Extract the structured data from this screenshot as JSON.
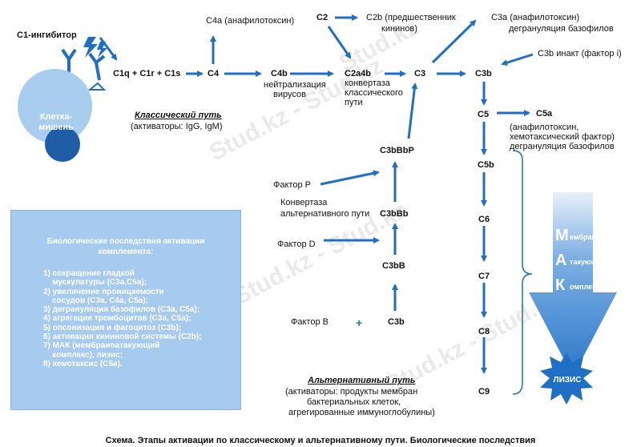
{
  "colors": {
    "arrow": "#1f6fc4",
    "box": "#a7cbee",
    "cell": "#a9cdee",
    "nucleus": "#1f5ea7",
    "mak": "#3d86d1"
  },
  "watermarks": [
    "Stud.kz - Stud.kz",
    "Stud.kz - Stud.kz",
    "Stud.kz - Stud.kz",
    "Stud.kz"
  ],
  "classical": {
    "c1_inhibitor": "C1-ингибитор",
    "c1_complex": "C1q + C1r + C1s",
    "c4": "C4",
    "c4a": "C4a (анафилотоксин)",
    "c4b": "C4b",
    "c4b_note_1": "нейтрализация",
    "c4b_note_2": "вирусов",
    "c2": "C2",
    "c2b": "C2b (предшественник",
    "c2b_2": "кининов)",
    "c2a4b": "C2a4b",
    "c2a4b_note_1": "конвертаза",
    "c2a4b_note_2": "классического",
    "c2a4b_note_3": "пути",
    "c3": "C3",
    "c3a_1": "C3a (анафилотоксин)",
    "c3a_2": "дегрануляция базофилов",
    "c3b": "C3b",
    "c3b_inact": "C3b  инакт (фактор i)",
    "c5": "C5",
    "c5a": "C5a",
    "c5a_note_1": "(анафилотоксин,",
    "c5a_note_2": "хемотаксический фактор)",
    "c5a_note_3": "дегрануляция базофилов",
    "c5b": "C5b",
    "c6": "C6",
    "c7": "C7",
    "c8": "C8",
    "c9": "C9",
    "path_title": "Классический путь",
    "path_activators": "(активаторы: IgG, IgM)"
  },
  "cell_label_1": "Клетка-",
  "cell_label_2": "мишень",
  "alternative": {
    "c3bbbp": "C3bBbP",
    "factor_p": "Фактор P",
    "convertase_1": "Конвертаза",
    "convertase_2": "альтернативного пути",
    "c3bbb": "C3bBb",
    "factor_d": "Фактор D",
    "c3bb": "C3bB",
    "factor_b": "Фактор B",
    "plus": "+",
    "c3b": "C3b",
    "path_title": "Альтернативный путь",
    "act_1": "(активаторы: продукты мембран",
    "act_2": "бактериальных клеток,",
    "act_3": "агрегированные иммуноглобулины)"
  },
  "mak": {
    "m": "М",
    "m_word": "ембрано",
    "a": "А",
    "a_word": "такующий",
    "k": "К",
    "k_word": "омплекс",
    "lysis": "ЛИЗИС"
  },
  "box": {
    "title_1": "Биологические последствия активации",
    "title_2": "комплемента:",
    "items": [
      "1) сокращение гладкой",
      "    мускулатуры (C3a,C5a);",
      "2) увеличение проницаемости",
      "    сосудов (C3a, C4a, C5a);",
      "3) дегрануляция базофилов (C3a, C5a);",
      "4) агрегация тромбоцитов (C3a, C5a);",
      "5) опсонизация и фагоцитоз (C3b);",
      "6) активация кининовой системы (C2b);",
      "7) МАК (мембраноатакующий",
      "    комплекс), лизис;",
      "8) хемотаксис (C5a)."
    ]
  },
  "caption": "Схема. Этапы активации по классическому и альтернативному пути. Биологические последствия"
}
